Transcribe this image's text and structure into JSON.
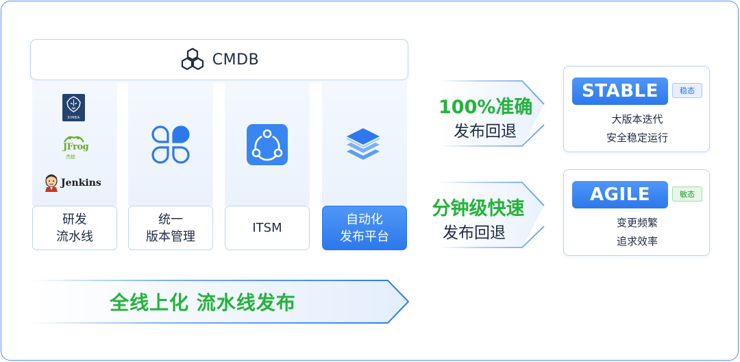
{
  "cmdb": {
    "label": "CMDB"
  },
  "columns": [
    {
      "label": "研发\n流水线",
      "logos": {
        "simba": "SIMBA",
        "jfrog": "JFrog",
        "jfrog_sub": "杰蛙",
        "jenkins": "Jenkins"
      }
    },
    {
      "label": "统一\n版本管理"
    },
    {
      "label": "ITSM"
    },
    {
      "label": "自动化\n发布平台"
    }
  ],
  "banner": {
    "text": "全线上化 流水线发布"
  },
  "middle": [
    {
      "title": "100%准确",
      "subtitle": "发布回退"
    },
    {
      "title": "分钟级快速",
      "subtitle": "发布回退"
    }
  ],
  "cards": [
    {
      "pill": "STABLE",
      "tag": "稳态",
      "line1": "大版本迭代",
      "line2": "安全稳定运行"
    },
    {
      "pill": "AGILE",
      "tag": "敏态",
      "line1": "变更频繁",
      "line2": "追求效率"
    }
  ],
  "colors": {
    "accent_blue": "#2d78ec",
    "accent_green": "#22b33a",
    "border": "#bcd3f5",
    "text": "#1f2a44"
  },
  "icons": [
    "hexagon-cluster-icon",
    "simba-lion-logo",
    "jfrog-logo",
    "jenkins-butler-logo",
    "petals-icon",
    "share-nodes-icon",
    "layers-stack-icon",
    "chevron-arrow-icon"
  ]
}
